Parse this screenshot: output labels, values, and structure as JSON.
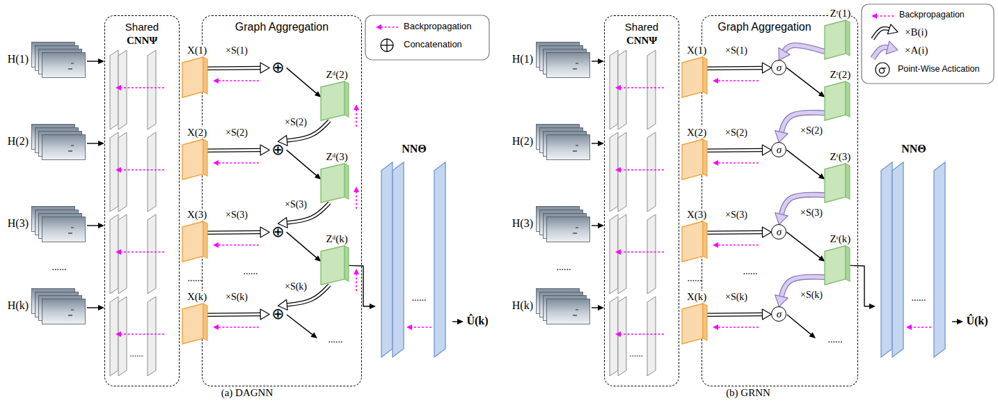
{
  "diagram": {
    "nodes": [
      {
        "text": [
          "H(1)"
        ]
      },
      {
        "text": [
          "H(2)"
        ]
      },
      {
        "text": [
          "H(3)"
        ]
      },
      {
        "text": [
          "H(k)"
        ]
      },
      {
        "text": [
          "Shared",
          "CNNΨ"
        ]
      },
      {
        "text": [
          "X(1)"
        ]
      },
      {
        "text": [
          "X(2)"
        ]
      },
      {
        "text": [
          "X(3)"
        ]
      },
      {
        "text": [
          "X(k)"
        ]
      },
      {
        "text": [
          "Graph Aggregation"
        ]
      },
      {
        "text": [
          "⊕"
        ],
        "in": 9
      },
      {
        "text": [
          "Zᵈ(2)"
        ],
        "in": 9
      },
      {
        "text": [
          "⊕"
        ],
        "in": 9
      },
      {
        "text": [
          "Zᵈ(3)"
        ],
        "in": 9
      },
      {
        "text": [
          "⊕"
        ],
        "in": 9
      },
      {
        "text": [
          "Zᵈ(k)"
        ],
        "in": 9
      },
      {
        "text": [
          "⊕"
        ],
        "in": 9
      },
      {
        "text": [
          "NNΘ"
        ]
      },
      {
        "text": [
          "H(1)"
        ]
      },
      {
        "text": [
          "H(2)"
        ]
      },
      {
        "text": [
          "H(3)"
        ]
      },
      {
        "text": [
          "H(k)"
        ]
      },
      {
        "text": [
          "Shared",
          "CNNΨ"
        ]
      },
      {
        "text": [
          "X(1)"
        ]
      },
      {
        "text": [
          "X(2)"
        ]
      },
      {
        "text": [
          "X(3)"
        ]
      },
      {
        "text": [
          "X(k)"
        ]
      },
      {
        "text": [
          "Graph Aggregation"
        ]
      },
      {
        "text": [
          "Zʳ(1)"
        ],
        "in": 27
      },
      {
        "text": [
          "σ"
        ],
        "in": 27
      },
      {
        "text": [
          "Zʳ(2)"
        ],
        "in": 27
      },
      {
        "text": [
          "σ"
        ],
        "in": 27
      },
      {
        "text": [
          "Zʳ(3)"
        ],
        "in": 27
      },
      {
        "text": [
          "σ"
        ],
        "in": 27
      },
      {
        "text": [
          "Zʳ(k)"
        ],
        "in": 27
      },
      {
        "text": [
          "σ"
        ],
        "in": 27
      },
      {
        "text": [
          "NNΘ"
        ]
      }
    ],
    "edges": [
      {
        "from": 0,
        "to": 4,
        "arrow": "to"
      },
      {
        "from": 1,
        "to": 4,
        "arrow": "to"
      },
      {
        "from": 2,
        "to": 4,
        "arrow": "to"
      },
      {
        "from": 3,
        "to": 4,
        "arrow": "to"
      },
      {
        "from": 5,
        "to": 10,
        "label": "×S(1)",
        "arrow": "to"
      },
      {
        "from": 6,
        "to": 12,
        "label": "×S(2)",
        "arrow": "to"
      },
      {
        "from": 7,
        "to": 14,
        "label": "×S(3)",
        "arrow": "to"
      },
      {
        "from": 8,
        "to": 16,
        "label": "×S(k)",
        "arrow": "to"
      },
      {
        "from": 10,
        "to": 11,
        "arrow": "to"
      },
      {
        "from": 12,
        "to": 13,
        "arrow": "to"
      },
      {
        "from": 14,
        "to": 15,
        "arrow": "to"
      },
      {
        "from": 11,
        "to": 12,
        "label": "×S(2)",
        "arrow": "to"
      },
      {
        "from": 13,
        "to": 14,
        "label": "×S(3)",
        "arrow": "to"
      },
      {
        "from": 15,
        "to": 16,
        "label": "×S(k)",
        "arrow": "to"
      },
      {
        "from": 15,
        "to": 17,
        "arrow": "to"
      },
      {
        "from": 18,
        "to": 22,
        "arrow": "to"
      },
      {
        "from": 19,
        "to": 22,
        "arrow": "to"
      },
      {
        "from": 20,
        "to": 22,
        "arrow": "to"
      },
      {
        "from": 21,
        "to": 22,
        "arrow": "to"
      },
      {
        "from": 23,
        "to": 29,
        "label": "×S(1)",
        "arrow": "to"
      },
      {
        "from": 24,
        "to": 31,
        "label": "×S(2)",
        "arrow": "to"
      },
      {
        "from": 25,
        "to": 33,
        "label": "×S(3)",
        "arrow": "to"
      },
      {
        "from": 26,
        "to": 35,
        "label": "×S(k)",
        "arrow": "to"
      },
      {
        "from": 29,
        "to": 30,
        "arrow": "to"
      },
      {
        "from": 31,
        "to": 32,
        "arrow": "to"
      },
      {
        "from": 33,
        "to": 34,
        "arrow": "to"
      },
      {
        "from": 28,
        "to": 29,
        "arrow": "to"
      },
      {
        "from": 30,
        "to": 31,
        "label": "×S(2)",
        "arrow": "to"
      },
      {
        "from": 32,
        "to": 33,
        "label": "×S(3)",
        "arrow": "to"
      },
      {
        "from": 34,
        "to": 35,
        "label": "×S(k)",
        "arrow": "to"
      },
      {
        "from": 34,
        "to": 36,
        "arrow": "to"
      }
    ],
    "labels": [
      "......",
      "......",
      "......",
      "......",
      "......",
      "......",
      "Û(k)",
      "(a) DAGNN",
      "......",
      "......",
      "......",
      "......",
      "......",
      "......",
      "Û(k)",
      "(b) GRNN"
    ],
    "legend": [
      {
        "text": "Backpropagation"
      },
      {
        "text": "Concatenation"
      },
      {
        "text": "Backpropagation"
      },
      {
        "text": "×B(i)"
      },
      {
        "text": "×A(i)"
      },
      {
        "text": "Point-Wise Actication"
      }
    ]
  }
}
